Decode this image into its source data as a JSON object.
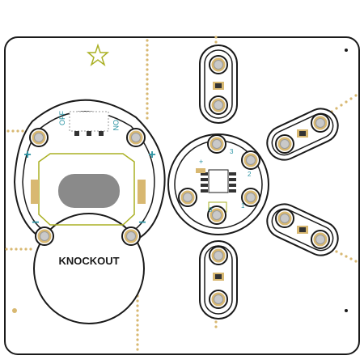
{
  "board": {
    "knockout_label": "KNOCKOUT",
    "switch_off_label": "OFF",
    "switch_on_label": "ON",
    "battery_plus_left": "+",
    "battery_plus_right": "+",
    "battery_minus_left": "−",
    "battery_minus_right": "−",
    "hub_pad_labels": [
      "3",
      "2",
      "1",
      "0"
    ],
    "hub_plus": "+"
  },
  "colors": {
    "outline": "#1a1a1a",
    "pad_gold": "#c9a347",
    "via_gold": "#d8b871",
    "silk_teal": "#2a93a3",
    "silk_olive": "#aab024",
    "chip": "#333333",
    "battery_holder": "#8a8a8a"
  },
  "icons": [
    "star-icon",
    "led-icon",
    "chip-icon",
    "battery-icon"
  ]
}
